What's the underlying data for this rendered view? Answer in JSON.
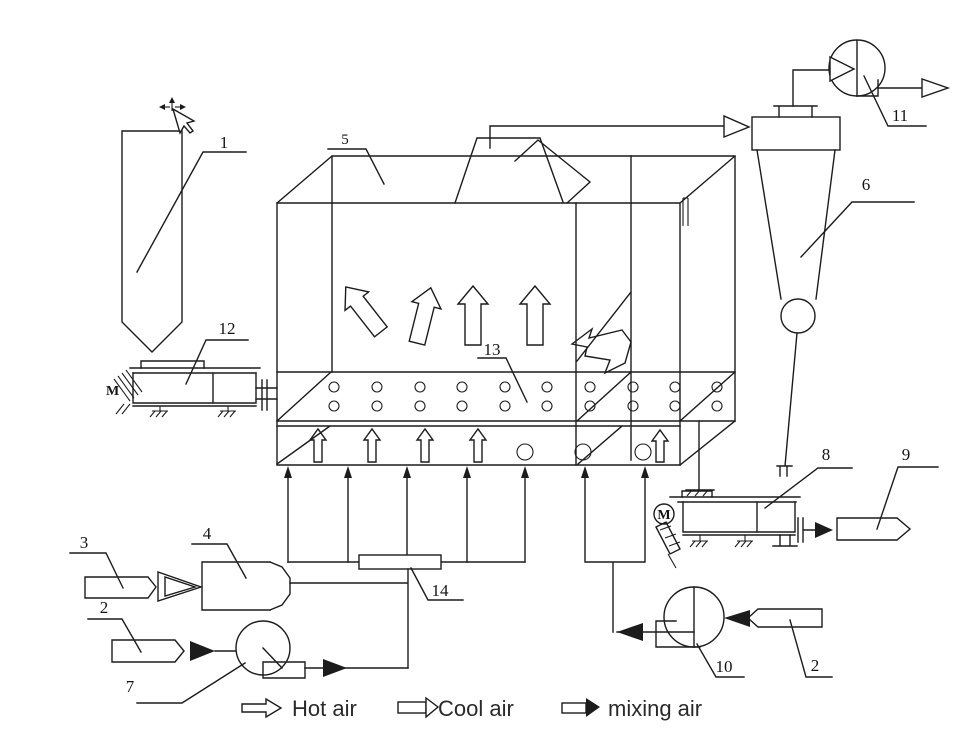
{
  "diagram": {
    "subject": "fluidized-bed-dryer-schematic",
    "background_color": "#ffffff",
    "line_color": "#1c1c1c",
    "callouts": {
      "c1": "1",
      "c2_left": "2",
      "c2_right": "2",
      "c3": "3",
      "c4": "4",
      "c5": "5",
      "c6": "6",
      "c7": "7",
      "c8": "8",
      "c9": "9",
      "c10": "10",
      "c11": "11",
      "c12": "12",
      "c13": "13",
      "c14": "14"
    },
    "motor_labels": {
      "left": "M",
      "right": "M"
    },
    "legend": {
      "hot": {
        "label": "Hot air",
        "pattern": "horizontal-stripes"
      },
      "cool": {
        "label": "Cool air",
        "pattern": "vertical-bars"
      },
      "mixing": {
        "label": "mixing air",
        "pattern": "cross-hatch"
      }
    }
  }
}
